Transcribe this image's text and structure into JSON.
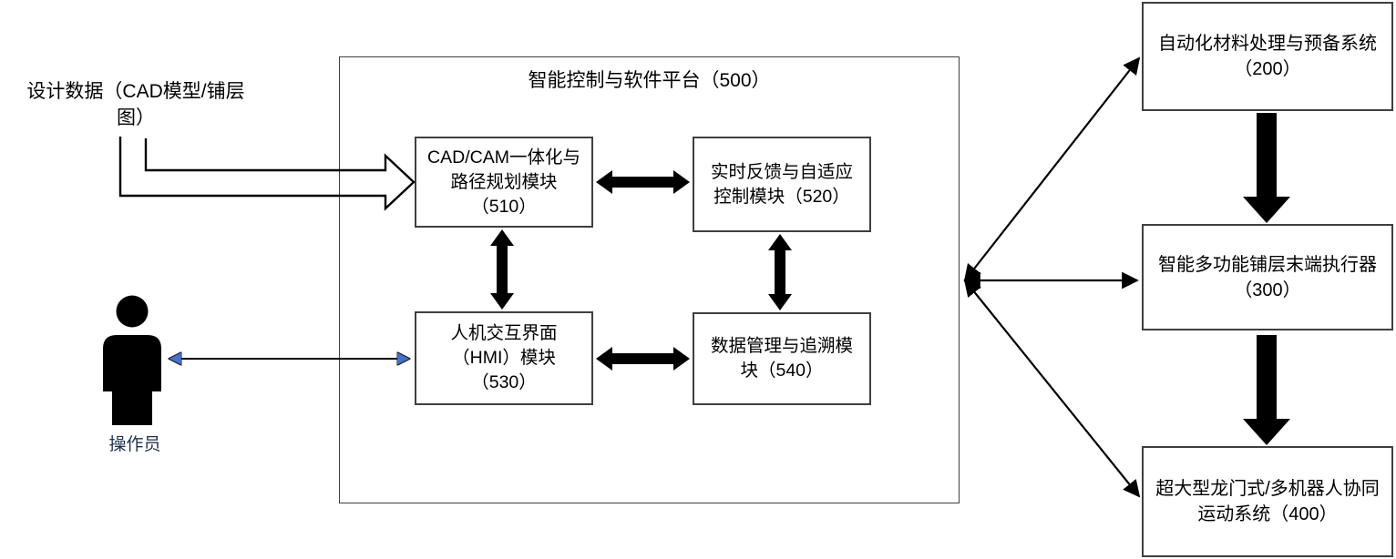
{
  "design_data": {
    "lines": [
      "设计数据（CAD模型/铺层",
      "图）"
    ]
  },
  "platform": {
    "title": "智能控制与软件平台（500）",
    "modules": [
      {
        "id": "510",
        "lines": [
          "CAD/CAM一体化与",
          "路径规划模块",
          "（510）"
        ]
      },
      {
        "id": "520",
        "lines": [
          "实时反馈与自适应",
          "控制模块（520）"
        ]
      },
      {
        "id": "530",
        "lines": [
          "人机交互界面",
          "（HMI）模块",
          "（530）"
        ]
      },
      {
        "id": "540",
        "lines": [
          "数据管理与追溯模",
          "块（540）"
        ]
      }
    ]
  },
  "external_systems": [
    {
      "id": "200",
      "lines": [
        "自动化材料处理与预备系统",
        "（200）"
      ]
    },
    {
      "id": "300",
      "lines": [
        "智能多功能铺层末端执行器",
        "（300）"
      ]
    },
    {
      "id": "400",
      "lines": [
        "超大型龙门式/多机器人协同",
        "运动系统（400）"
      ]
    }
  ],
  "operator": {
    "label": "操作员"
  },
  "icons": {
    "operator": "person-silhouette"
  },
  "colors": {
    "line": "#000000",
    "box_border": "#3F3F3F",
    "operator_arrowhead": "#4472C4",
    "operator_label": "#1F3050",
    "background": "#FFFFFF"
  }
}
